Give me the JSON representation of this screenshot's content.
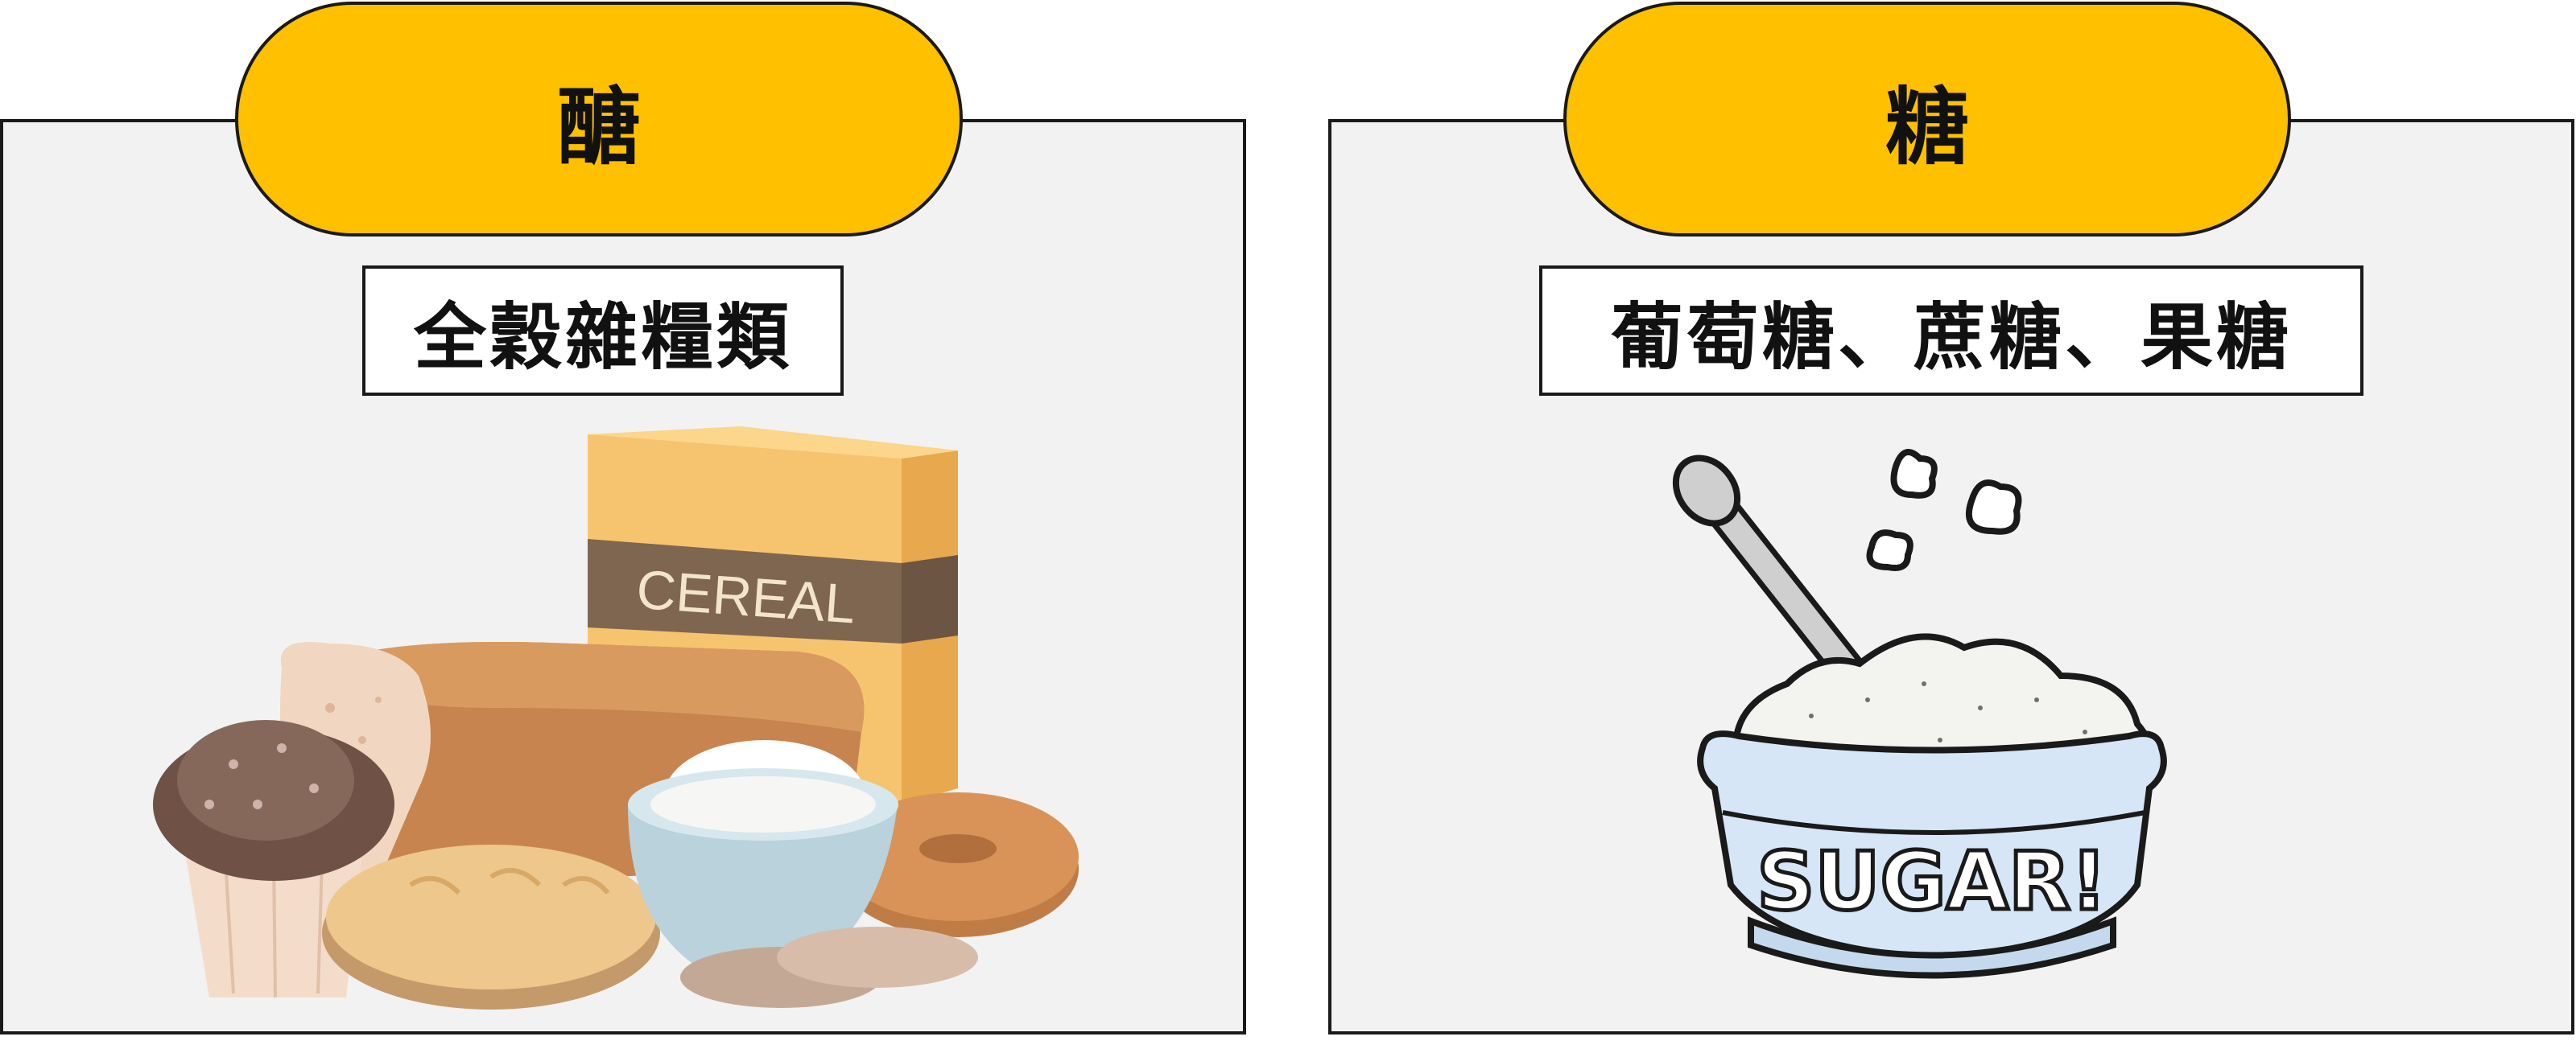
{
  "left": {
    "title": "醣",
    "subtitle": "全穀雜糧類",
    "cereal_box_text": "CEREAL"
  },
  "right": {
    "title": "糖",
    "subtitle": "葡萄糖、蔗糖、果糖",
    "bowl_text": "SUGAR!"
  },
  "colors": {
    "pill": "#ffc000",
    "panel": "#f2f2f2",
    "border": "#1a1a1a"
  }
}
